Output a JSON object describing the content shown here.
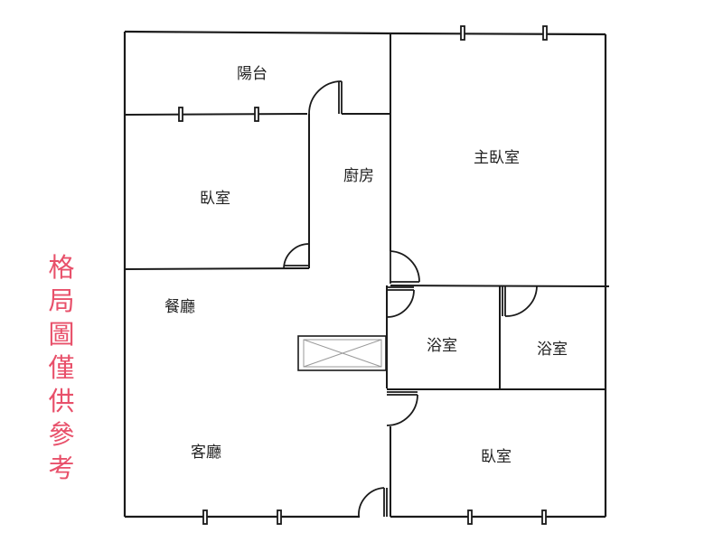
{
  "rooms": {
    "balcony": "陽台",
    "bedroom_nw": "臥室",
    "kitchen": "廚房",
    "master_bedroom": "主臥室",
    "dining": "餐廳",
    "bath_left": "浴室",
    "bath_right": "浴室",
    "living": "客廳",
    "bedroom_se": "臥室"
  },
  "disclaimer": [
    "格",
    "局",
    "圖",
    "僅",
    "供",
    "參",
    "考"
  ],
  "colors": {
    "wall": "#1a1a1a",
    "disclaimer": "#e8506a",
    "hatch": "#9a9a9a"
  }
}
